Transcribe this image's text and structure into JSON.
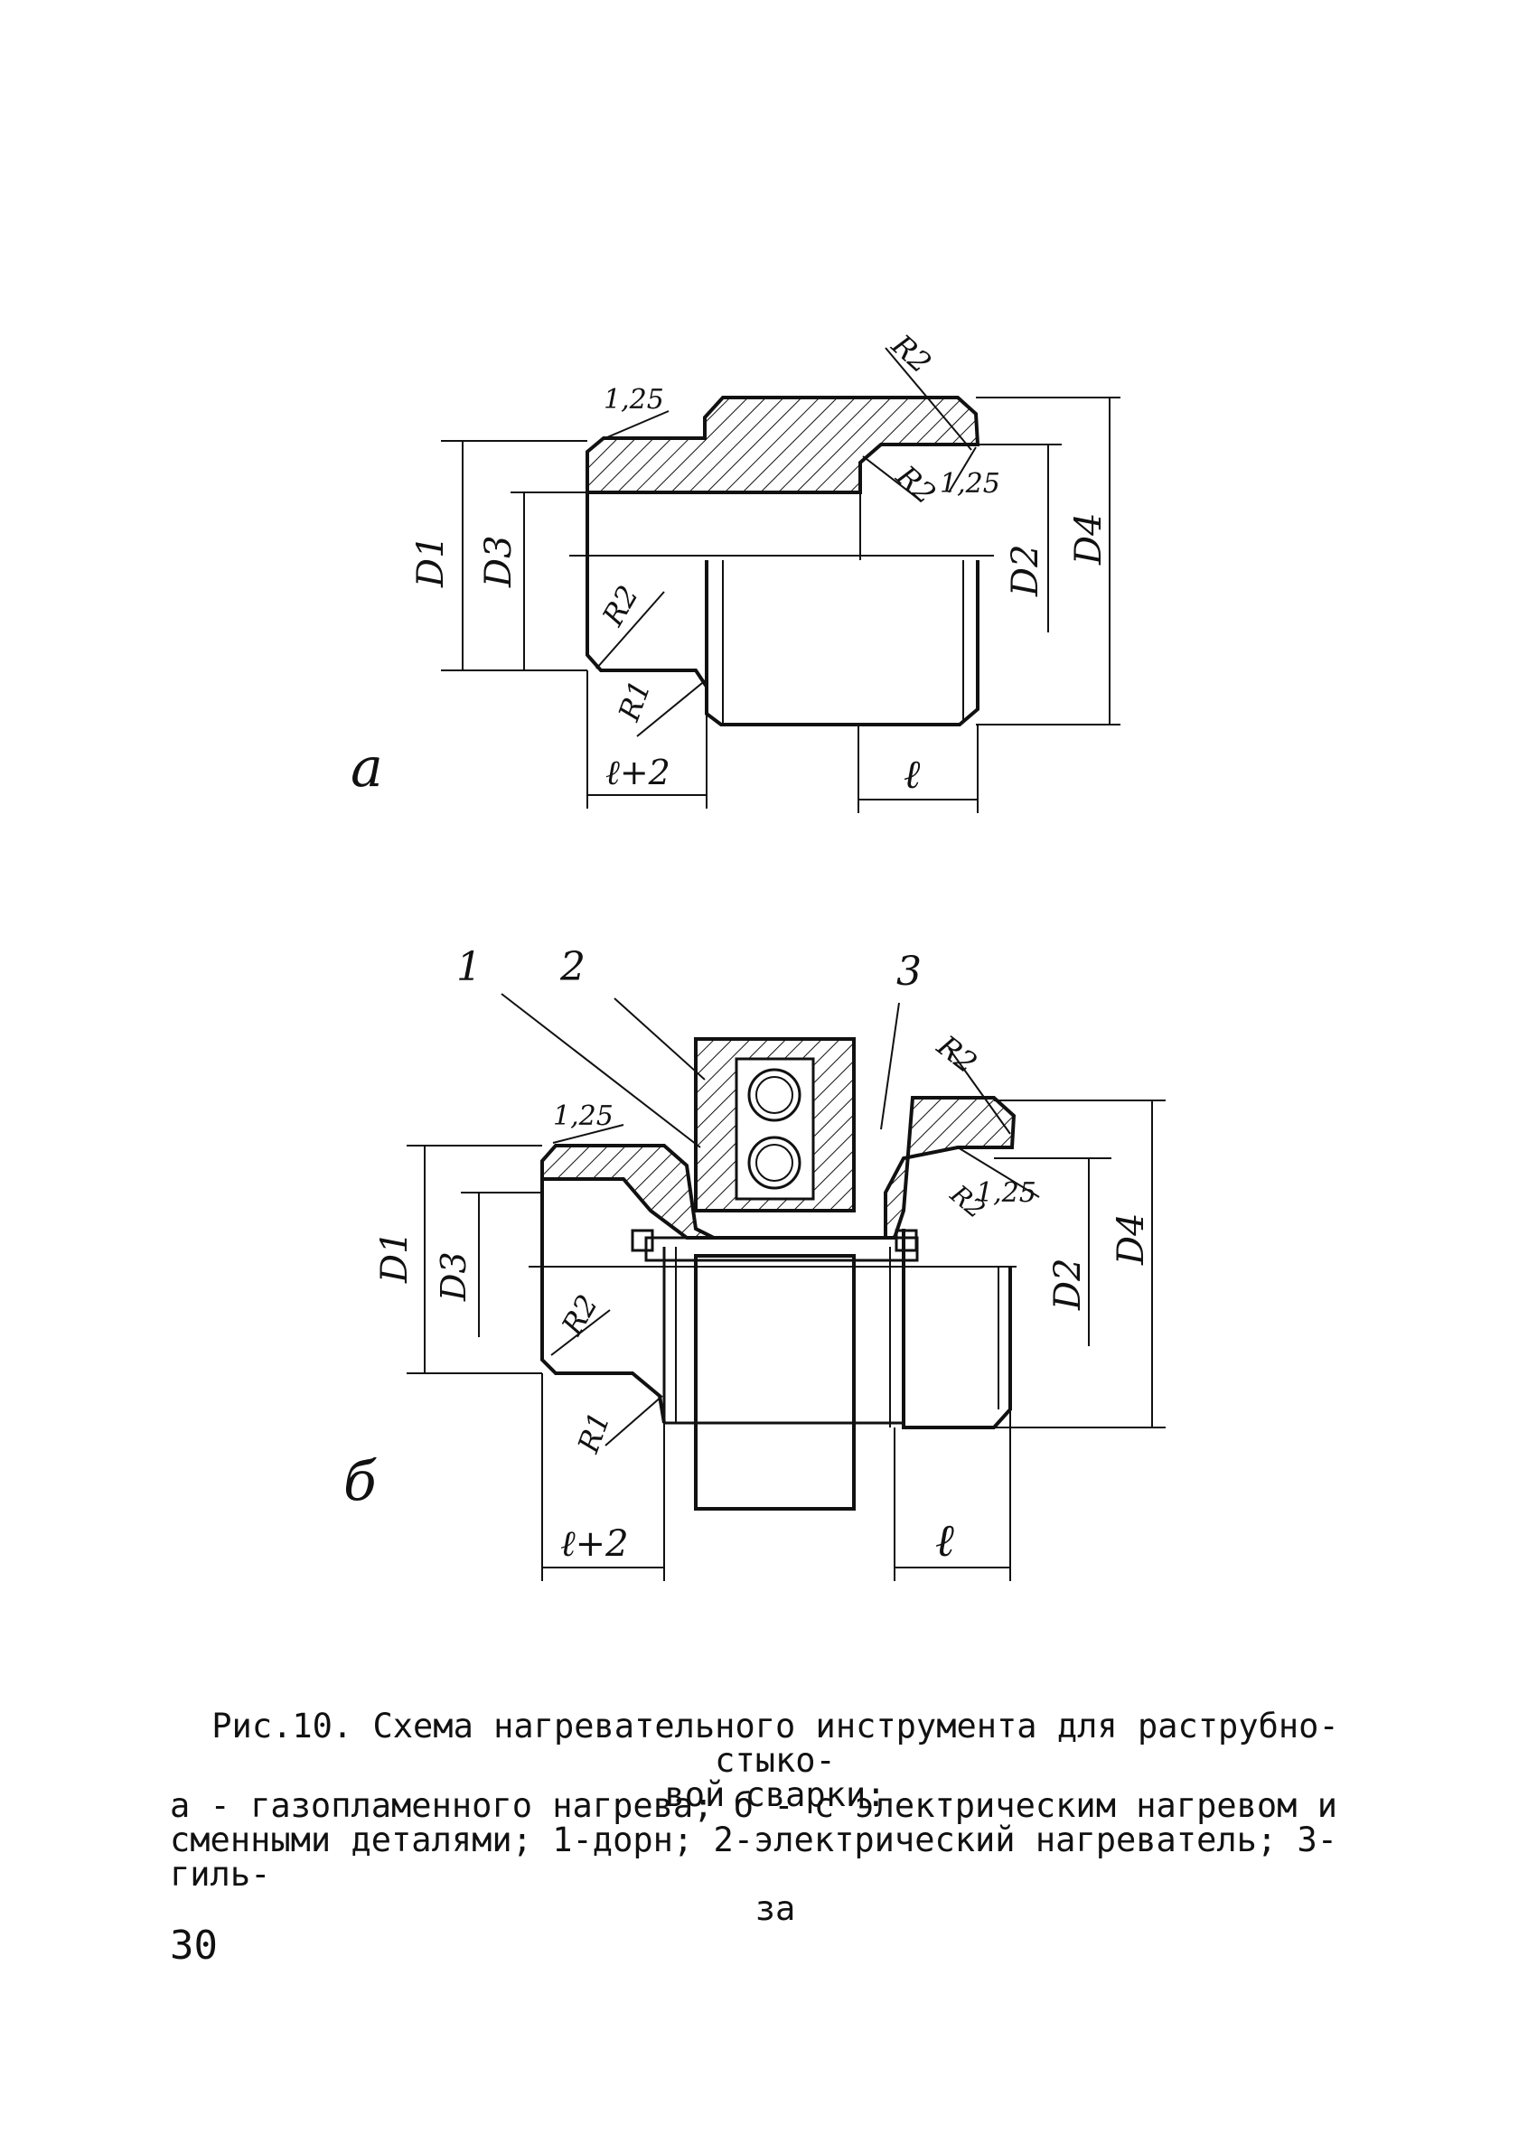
{
  "figure_a": {
    "label": "а",
    "dims": {
      "d1": "D1",
      "d3": "D3",
      "d2": "D2",
      "d4": "D4",
      "r2_top": "R2",
      "r2_inner": "R2",
      "r2_left": "R2",
      "r1": "R1",
      "c125_left": "1,25",
      "c125_right": "1,25",
      "l_plus_2": "ℓ+2",
      "l": "ℓ"
    }
  },
  "figure_b": {
    "label": "б",
    "parts": {
      "p1": "1",
      "p2": "2",
      "p3": "3"
    },
    "dims": {
      "d1": "D1",
      "d3": "D3",
      "d2": "D2",
      "d4": "D4",
      "r2_top": "R2",
      "r2_inner": "R2",
      "r2_left": "R2",
      "r1": "R1",
      "c125_left": "1,25",
      "c125_right": "1,25",
      "l_plus_2": "ℓ+2",
      "l": "ℓ"
    }
  },
  "caption": {
    "title_line1": "Рис.10. Схема нагревательного инструмента для раструбно-стыко-",
    "title_line2": "вой сварки:",
    "desc_line1": "а - газопламенного нагрева; б - с электрическим нагревом и",
    "desc_line2": "сменными деталями; 1-дорн; 2-электрический нагреватель; 3-гиль-",
    "desc_line3": "за"
  },
  "page_number": "30"
}
